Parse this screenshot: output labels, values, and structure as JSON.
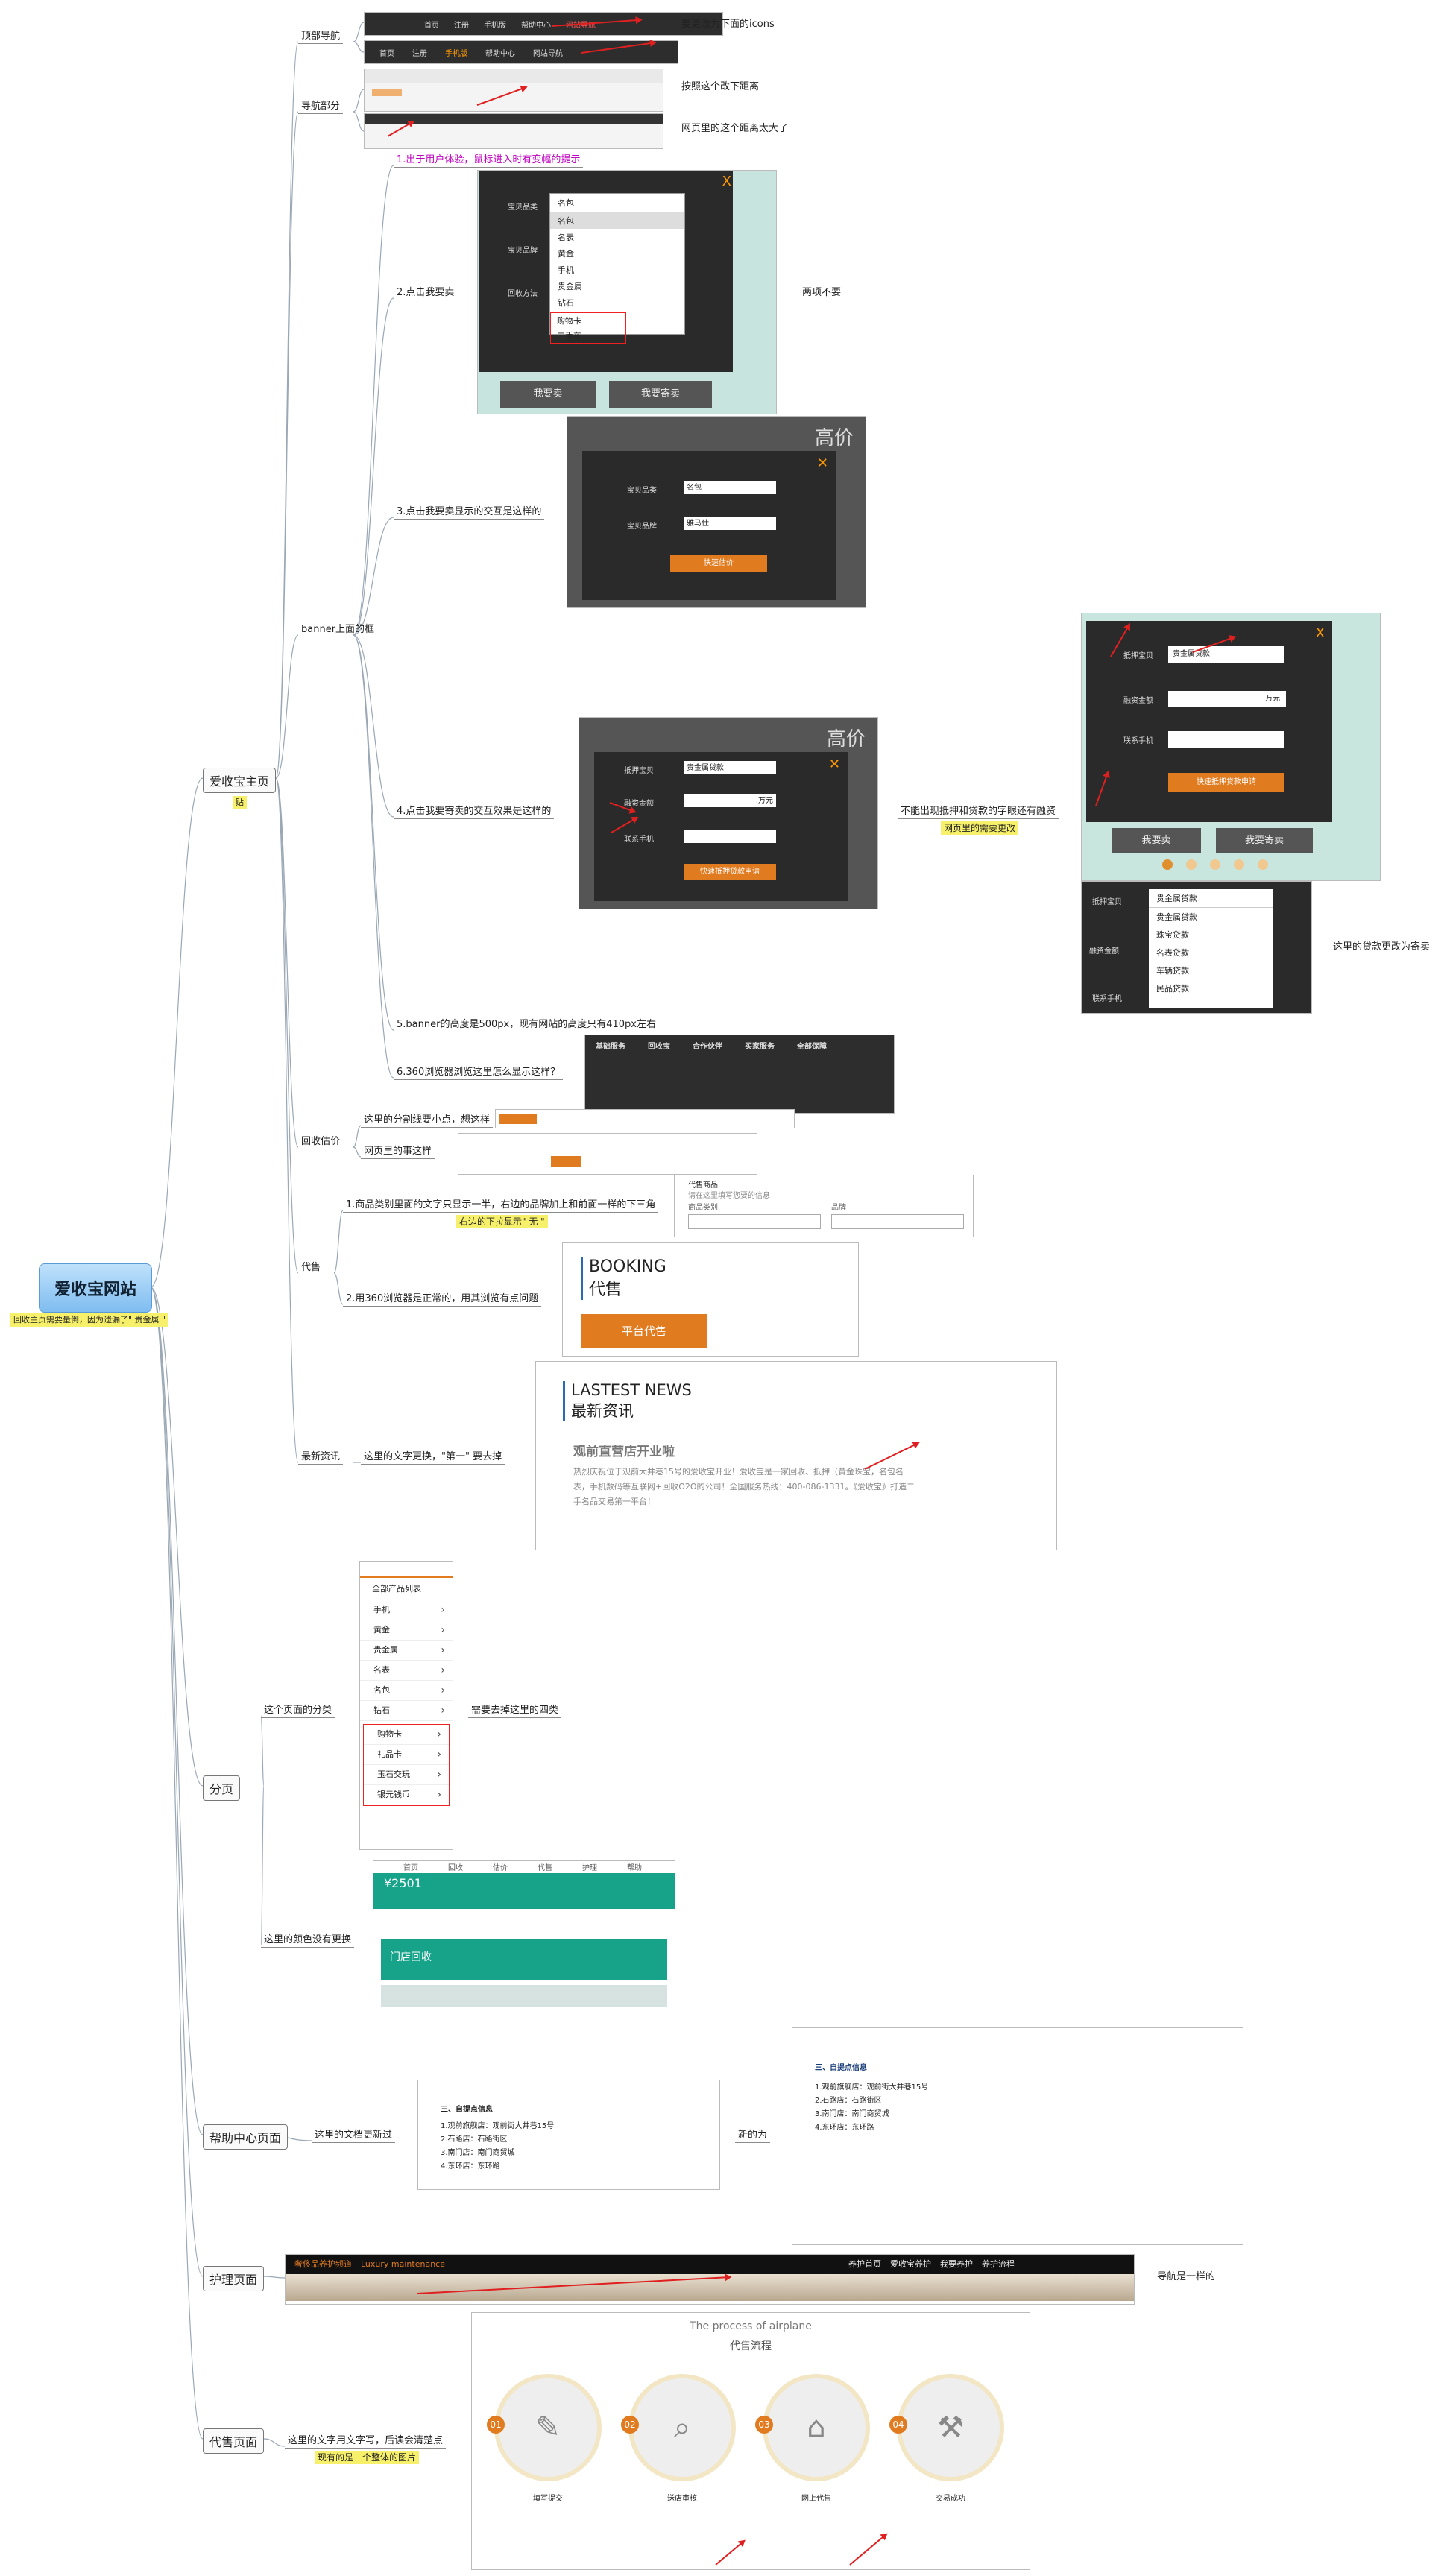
{
  "root": {
    "title": "爱收宝网站",
    "note": "回收主页需要量倒，因为遗漏了\" 贵金属 \""
  },
  "home": {
    "label": "爱收宝主页",
    "tag": "贴",
    "top_nav": "顶部导航",
    "top_nav_note": "要更改为下面的icons",
    "nav_part": "导航部分",
    "nav_note_1": "按照这个改下距离",
    "nav_note_2": "网页里的这个距离太大了",
    "banner": "banner上面的框",
    "b1": "1.出于用户体验，鼠标进入时有变幅的提示",
    "b2": "2.点击我要卖",
    "b2_note": "两项不要",
    "b3": "3.点击我要卖显示的交互是这样的",
    "b4": "4.点击我要寄卖的交互效果是这样的",
    "b4_note": "不能出现抵押和贷款的字眼还有融资",
    "b4_note_hl": "网页里的需要更改",
    "b4_right_note": "这里的贷款更改为寄卖",
    "b5": "5.banner的高度是500px，现有网站的高度只有410px左右",
    "b6": "6.360浏览器浏览这里怎么显示这样？",
    "recycle": "回收估价",
    "recycle_1": "这里的分割线要小点，想这样",
    "recycle_2": "网页里的事这样",
    "consign": "代售",
    "consign_1": "1.商品类别里面的文字只显示一半，右边的品牌加上和前面一样的下三角",
    "consign_1_hl": "右边的下拉显示\" 无 \"",
    "consign_2": "2.用360浏览器是正常的，用其浏览有点问题",
    "news": "最新资讯",
    "news_1": "这里的文字更换，\"第一\" 要去掉"
  },
  "paging": {
    "label": "分页",
    "cat": "这个页面的分类",
    "cat_note": "需要去掉这里的四类",
    "color": "这里的颜色没有更换"
  },
  "help": {
    "label": "帮助中心页面",
    "note": "这里的文档更新过",
    "new": "新的为"
  },
  "care": {
    "label": "护理页面",
    "note": "导航是一样的"
  },
  "sell": {
    "label": "代售页面",
    "note": "这里的文字用文字写，后读会清楚点",
    "note_hl": "现有的是一个整体的图片"
  },
  "shots": {
    "topbar_items": [
      "首页",
      "注册",
      "手机版",
      "帮助中心",
      "网站导航"
    ],
    "popup_title": "宝贝品类",
    "popup_select": "名包",
    "popup_labels": [
      "宝贝品类",
      "宝贝品牌",
      "回收方法"
    ],
    "popup_options": [
      "名包",
      "名表",
      "黄金",
      "手机",
      "贵金属",
      "钻石",
      "购物卡",
      "二手车"
    ],
    "btn_sell": "我要卖",
    "btn_consign": "我要寄卖",
    "high_price": "高价",
    "form_labels": [
      "宝贝品类",
      "宝贝品牌"
    ],
    "form_values": [
      "名包",
      "雅马仕"
    ],
    "form_btn": "快速估价",
    "form2_labels": [
      "抵押宝贝",
      "融资金额",
      "联系手机"
    ],
    "form2_values": [
      "贵金属贷款",
      "万元"
    ],
    "form2_btn": "快速抵押贷款申请",
    "loan_options": [
      "贵金属贷款",
      "珠宝贷款",
      "名表贷款",
      "车辆贷款",
      "民品贷款"
    ],
    "footer_cols": [
      "基础服务",
      "回收宝",
      "合作伙伴",
      "买家服务",
      "全部保障"
    ],
    "booking_en": "BOOKING",
    "booking_cn": "代售",
    "booking_btn": "平台代售",
    "consign_title": "代售商品",
    "consign_sub": "请在这里填写您要的信息",
    "consign_field1": "商品类别",
    "consign_field2": "品牌",
    "news_en": "LASTEST NEWS",
    "news_cn": "最新资讯",
    "news_headline": "观前直营店开业啦",
    "news_body": "热烈庆祝位于观前大井巷15号的爱收宝开业！爱收宝是一家回收、抵押（黄金珠宝，名包名表，手机数码等互联网+回收O2O的公司！全国服务热线：400-086-1331。《爱收宝》打造二手名品交易第一平台！",
    "menu_title": "全部产品列表",
    "menu_items": [
      "手机",
      "黄金",
      "贵金属",
      "名表",
      "名包",
      "钻石",
      "购物卡",
      "礼品卡",
      "玉石交玩",
      "银元钱币"
    ],
    "price": "¥2501",
    "green_nav": [
      "首页",
      "回收",
      "估价",
      "代售",
      "护理",
      "帮助"
    ],
    "store": "门店回收",
    "help_title": "三、自提点信息",
    "help_lines": [
      "1.观前旗舰店：观前街大井巷15号",
      "2.石路店：石路街区",
      "3.南门店：南门商贸城",
      "4.东环店：东环路"
    ],
    "care_brand": "奢侈品养护频道",
    "care_en": "Luxury maintenance",
    "care_nav": [
      "养护首页",
      "爱收宝养护",
      "我要养护",
      "养护流程"
    ],
    "process_en": "The process of airplane",
    "process_cn": "代售流程",
    "steps": [
      "填写提交",
      "送店审核",
      "网上代售",
      "交易成功"
    ],
    "step_nums": [
      "01",
      "02",
      "03",
      "04"
    ]
  }
}
